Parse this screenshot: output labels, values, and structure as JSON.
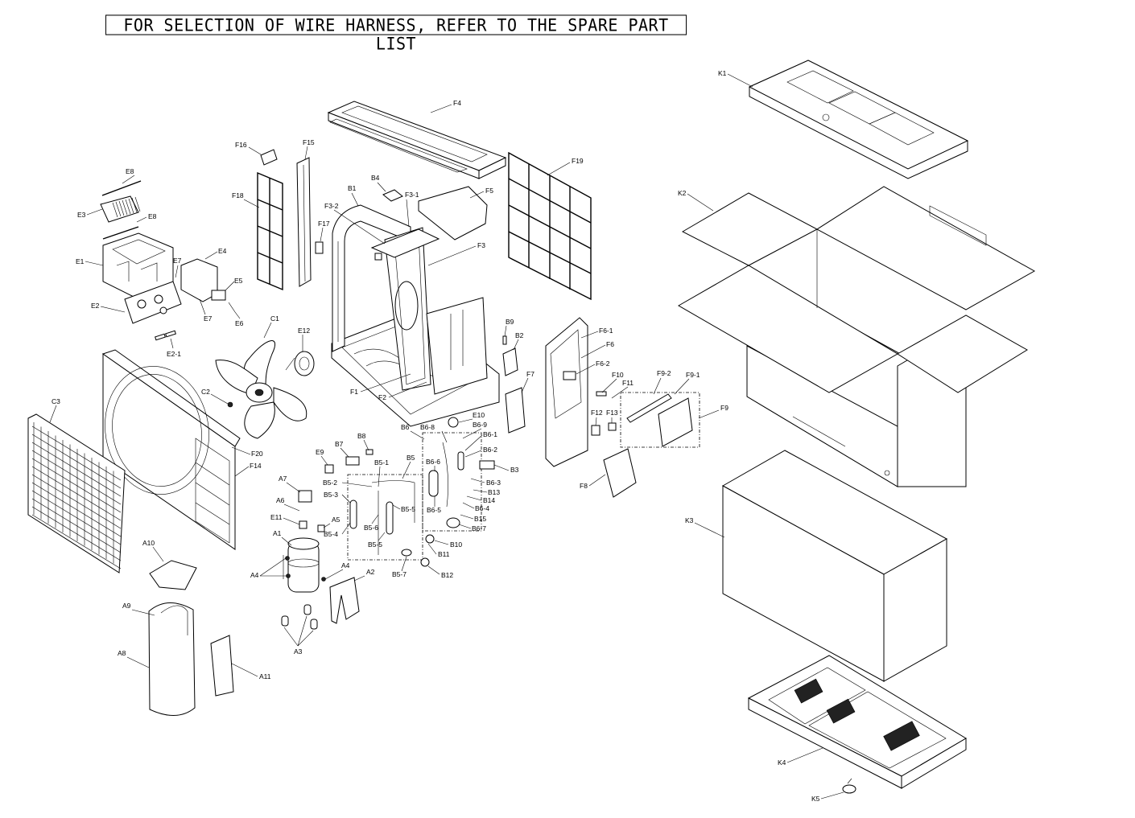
{
  "notice": "FOR SELECTION OF WIRE HARNESS, REFER TO THE SPARE PART LIST",
  "labels": [
    "E8",
    "E3",
    "E8",
    "E1",
    "E7",
    "E4",
    "E5",
    "E2",
    "E7",
    "E6",
    "E2-1",
    "F16",
    "F15",
    "F18",
    "F17",
    "F4",
    "B4",
    "B1",
    "F3-1",
    "F3-2",
    "F5",
    "F3",
    "F19",
    "K1",
    "K2",
    "C1",
    "E12",
    "C2",
    "C3",
    "F20",
    "F14",
    "F1",
    "F2",
    "B9",
    "B2",
    "F6-1",
    "F6",
    "F6-2",
    "F7",
    "F10",
    "F11",
    "F9-2",
    "F9-1",
    "F9",
    "F12",
    "F13",
    "F8",
    "E10",
    "B6",
    "B6-8",
    "B6-9",
    "B6-1",
    "B6-2",
    "B6-6",
    "B3",
    "B6-3",
    "B13",
    "B14",
    "B6-4",
    "B15",
    "B6-7",
    "B6-5",
    "B8",
    "E9",
    "B7",
    "B5-1",
    "B5",
    "B5-2",
    "B5-3",
    "B5-5",
    "B5-6",
    "B5-5",
    "B5-4",
    "A7",
    "A6",
    "E11",
    "A5",
    "A1",
    "A4",
    "A4",
    "A2",
    "A3",
    "B10",
    "B11",
    "B12",
    "B5-7",
    "A10",
    "A9",
    "A8",
    "A11",
    "K3",
    "K4",
    "K5"
  ]
}
